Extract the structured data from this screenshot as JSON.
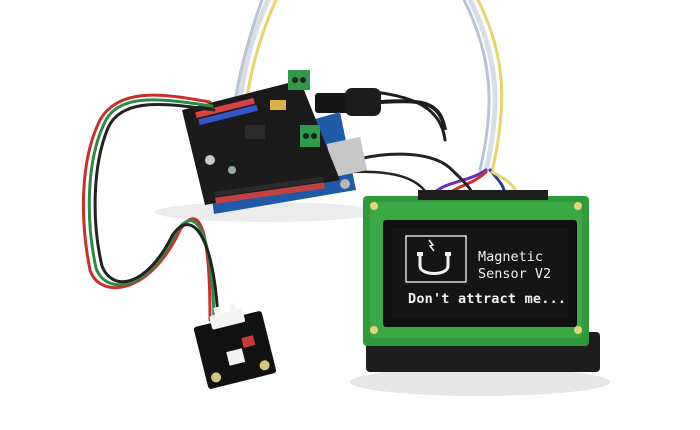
{
  "oled": {
    "line1": "Magnetic",
    "line2": "Sensor V2",
    "message": "Don't attract me..."
  },
  "icons": {
    "magnet": "magnet-icon",
    "plug": "plug-icon"
  },
  "colors": {
    "background": "#ffffff",
    "oled_pcb": "#2f9a3a",
    "oled_screen": "#151515",
    "arduino_pcb": "#1f5aa8",
    "shield_pcb": "#1a1a1a",
    "terminal_green": "#2e9b4a",
    "sensor_pcb": "#111111",
    "wire_red": "#c9302c",
    "wire_green": "#2e8b45",
    "wire_black": "#222222"
  }
}
